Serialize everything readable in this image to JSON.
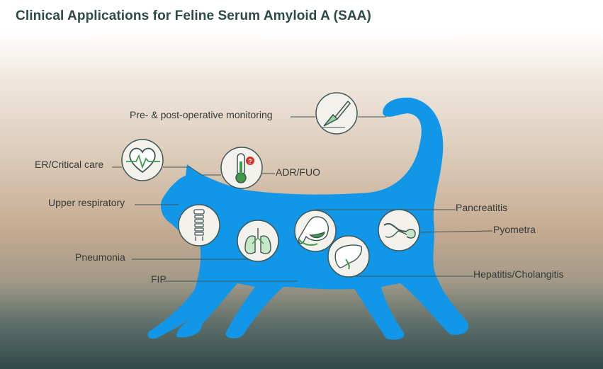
{
  "title": "Clinical Applications for Feline Serum Amyloid A (SAA)",
  "colors": {
    "cat": "#1296e8",
    "title": "#2e4a46",
    "label": "#333a38",
    "icon_fill": "#f3f1ec",
    "icon_stroke": "#3f5654",
    "organ_green": "#3f9a4c"
  },
  "labels": {
    "preop": "Pre- & post-operative monitoring",
    "er": "ER/Critical care",
    "adr": "ADR/FUO",
    "upper_resp": "Upper respiratory",
    "pancreatitis": "Pancreatitis",
    "pyometra": "Pyometra",
    "pneumonia": "Pneumonia",
    "fip": "FIP",
    "hepatitis": "Hepatitis/Cholangitis"
  },
  "icons": {
    "preop": "scalpel-icon",
    "er": "heart-monitor-icon",
    "adr": "thermometer-question-icon",
    "upper_resp": "trachea-icon",
    "pneumonia": "lungs-icon",
    "pancreatitis": "stomach-pancreas-icon",
    "hepatitis": "liver-icon",
    "pyometra": "uterus-icon"
  }
}
